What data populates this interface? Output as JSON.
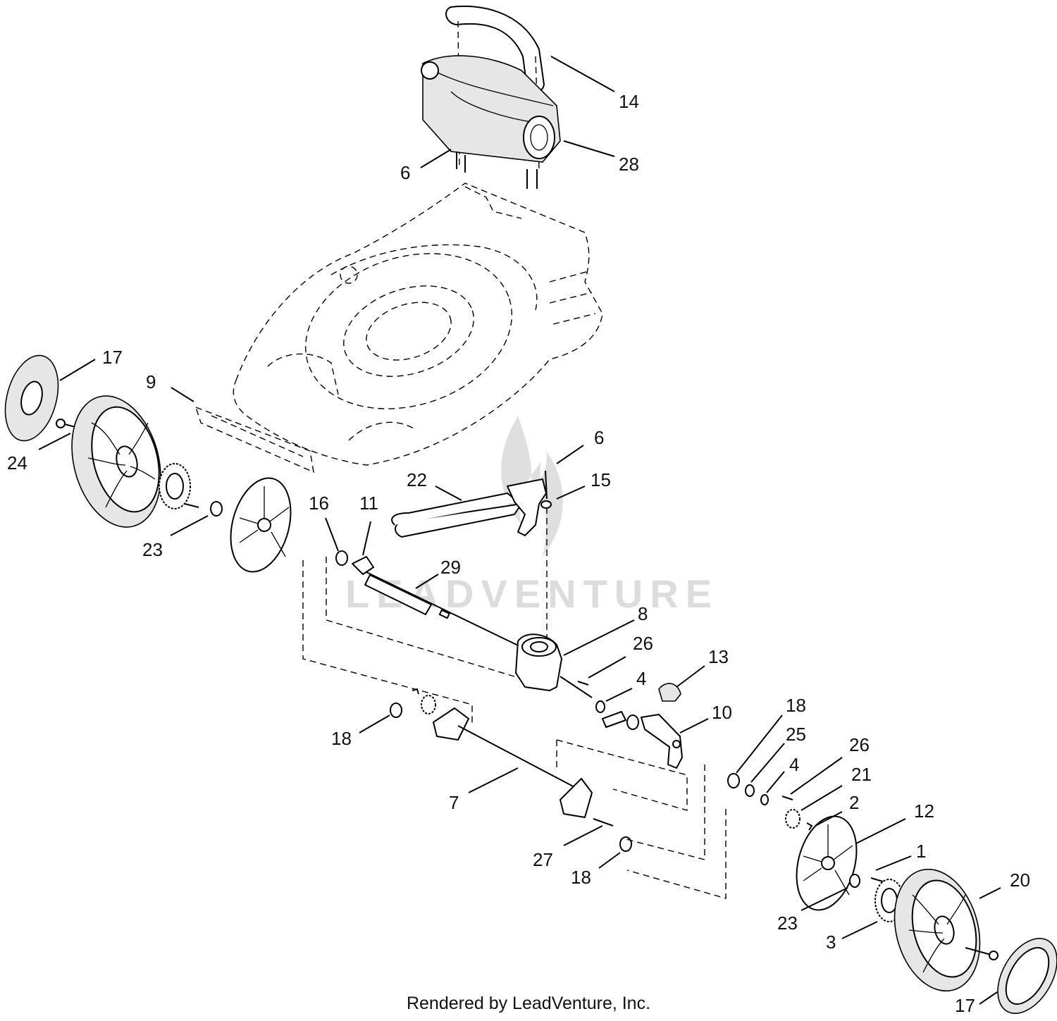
{
  "watermark": "LEADVENTURE",
  "credit": "Rendered by LeadVenture, Inc.",
  "callouts": [
    "14",
    "28",
    "6",
    "17",
    "9",
    "24",
    "23",
    "6",
    "22",
    "15",
    "16",
    "11",
    "29",
    "8",
    "26",
    "13",
    "4",
    "10",
    "18",
    "7",
    "18",
    "25",
    "4",
    "26",
    "21",
    "2",
    "12",
    "27",
    "18",
    "1",
    "20",
    "23",
    "3",
    "17"
  ]
}
